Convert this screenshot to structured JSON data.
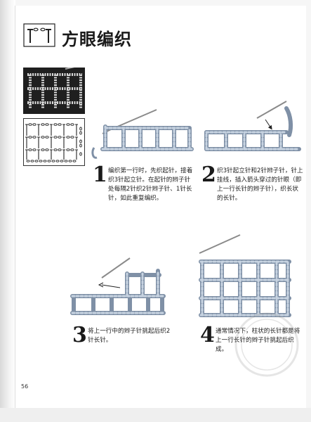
{
  "header": {
    "title": "方眼编织",
    "icon": "crochet-chain-symbol-icon"
  },
  "steps": [
    {
      "number": "1",
      "text": "编织第一行时，先织起针，接着\n织3针起立针。在起针的辫子针\n处每隔2针织2针辫子针、1针长\n针，如此重复编织。"
    },
    {
      "number": "2",
      "text": "织3针起立针和2针辫子针，针上\n挂线，插入箭头穿过的针眼（即\n上一行长针的辫子针），织长状\n的长针。"
    },
    {
      "number": "3",
      "text": "将上一行中的辫子针挑起后织2\n针长针。"
    },
    {
      "number": "4",
      "text": "通常情况下，柱状的长针都是将\n上一行长针的辫子针挑起后织\n成。"
    }
  ],
  "page_number": "56",
  "colors": {
    "yarn": "#b9c6d6",
    "yarn_shadow": "#7f90a6",
    "needle": "#8a8a8a",
    "text": "#1a1a1a"
  }
}
